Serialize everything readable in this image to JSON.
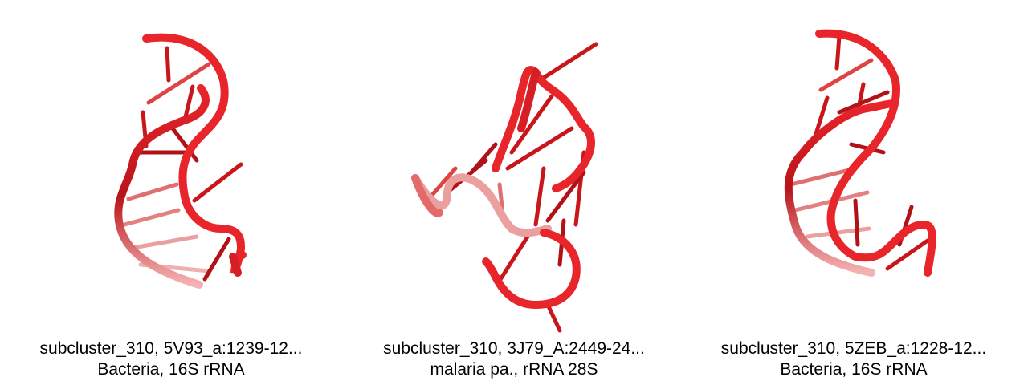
{
  "panels": [
    {
      "line1": "subcluster_310, 5V93_a:1239-12...",
      "line2": "Bacteria, 16S rRNA"
    },
    {
      "line1": "subcluster_310, 3J79_A:2449-24...",
      "line2": "malaria pa., rRNA 28S"
    },
    {
      "line1": "subcluster_310, 5ZEB_a:1228-12...",
      "line2": "Bacteria, 16S rRNA"
    }
  ],
  "colors": {
    "backbone": "#e8252b",
    "dark": "#a50f12",
    "faded": "#f2a5a5"
  }
}
